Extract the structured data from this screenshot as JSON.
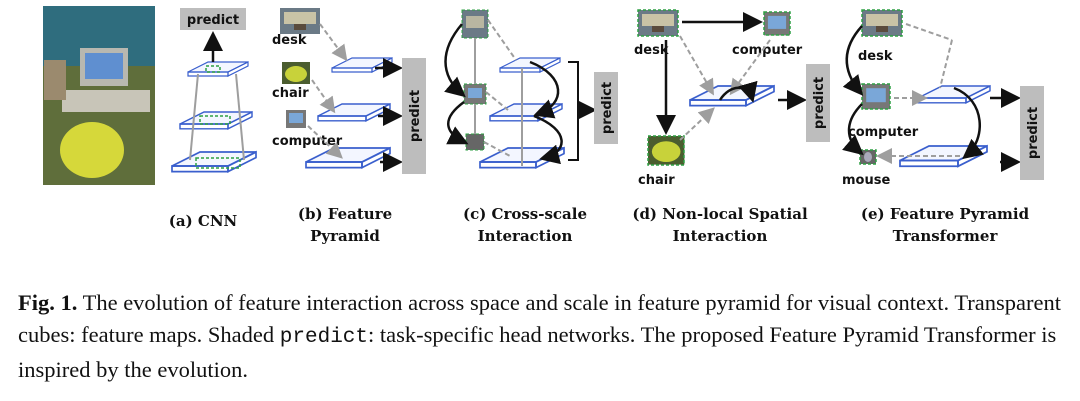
{
  "figure": {
    "panels": [
      {
        "label_line1": "(a) CNN",
        "label_line2": ""
      },
      {
        "label_line1": "(b) Feature",
        "label_line2": "Pyramid"
      },
      {
        "label_line1": "(c) Cross-scale",
        "label_line2": "Interaction"
      },
      {
        "label_line1": "(d) Non-local Spatial",
        "label_line2": "Interaction"
      },
      {
        "label_line1": "(e) Feature Pyramid",
        "label_line2": "Transformer"
      }
    ],
    "predict_label": "predict",
    "object_tags": {
      "desk": "desk",
      "chair": "chair",
      "computer": "computer",
      "mouse": "mouse"
    }
  },
  "caption": {
    "fig_label": "Fig. 1.",
    "text_part1": " The evolution of feature interaction across space and scale in feature pyramid for visual context. Transparent cubes: feature maps. Shaded ",
    "code": "predict",
    "text_part2": ": task-specific head networks. The proposed Feature Pyramid Transformer is inspired by the evolution."
  },
  "colors": {
    "cube_edge": "#3a5fcd",
    "dashed_green": "#2ea043",
    "arrow_gray": "#9e9e9e",
    "predict_box": "#bdbdbd"
  }
}
